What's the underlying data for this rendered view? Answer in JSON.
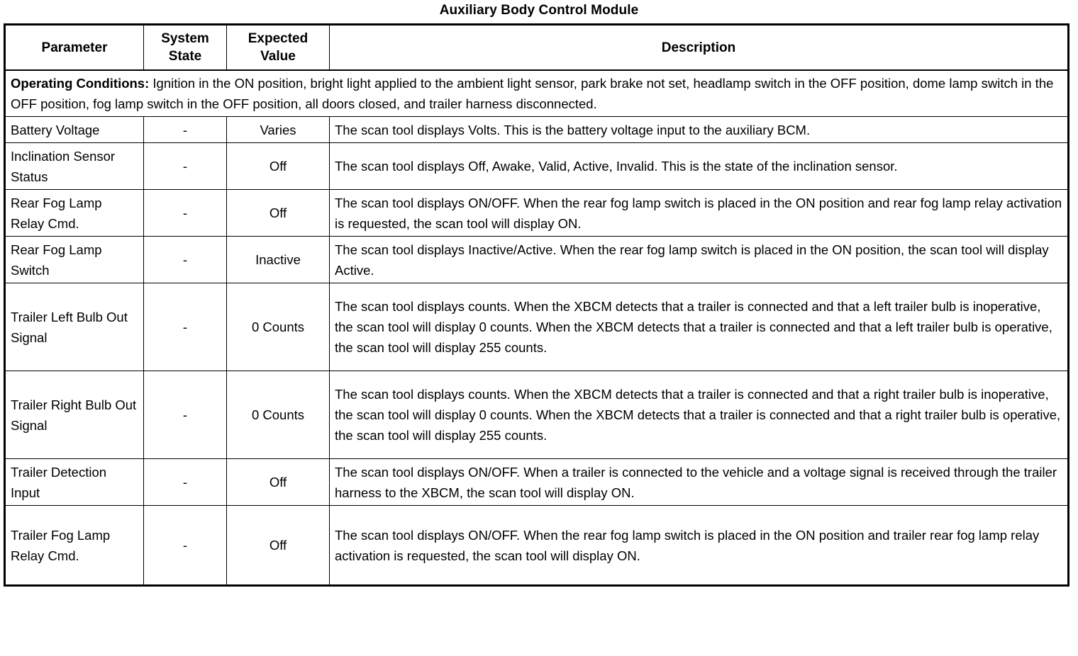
{
  "document": {
    "title": "Auxiliary Body Control Module"
  },
  "table": {
    "columns": [
      {
        "key": "parameter",
        "label": "Parameter"
      },
      {
        "key": "system_state",
        "label": "System\nState"
      },
      {
        "key": "expected",
        "label": "Expected\nValue"
      },
      {
        "key": "description",
        "label": "Description"
      }
    ],
    "header": {
      "parameter": "Parameter",
      "system_state_line1": "System",
      "system_state_line2": "State",
      "expected_line1": "Expected",
      "expected_line2": "Value",
      "description": "Description"
    },
    "operating_conditions": {
      "label": "Operating Conditions:",
      "text": " Ignition in the ON position, bright light applied to the ambient light sensor, park brake not set, headlamp switch in the OFF position, dome lamp switch in the OFF position, fog lamp switch in the OFF position, all doors closed, and trailer harness disconnected."
    },
    "rows": [
      {
        "parameter": "Battery Voltage",
        "system_state": "-",
        "expected_value": "Varies",
        "description": "The scan tool displays Volts. This is the battery voltage input to the auxiliary BCM."
      },
      {
        "parameter": "Inclination Sensor Status",
        "system_state": "-",
        "expected_value": "Off",
        "description": "The scan tool displays Off, Awake, Valid, Active, Invalid. This is the state of the inclination sensor."
      },
      {
        "parameter": "Rear Fog Lamp Relay Cmd.",
        "system_state": "-",
        "expected_value": "Off",
        "description": "The scan tool displays ON/OFF. When the rear fog lamp switch is placed in the ON position and rear fog lamp relay activation is requested, the scan tool will display ON."
      },
      {
        "parameter": "Rear Fog Lamp Switch",
        "system_state": "-",
        "expected_value": "Inactive",
        "description": "The scan tool displays Inactive/Active. When the rear fog lamp switch is placed in the ON position, the scan tool will display Active."
      },
      {
        "parameter": "Trailer Left Bulb Out Signal",
        "system_state": "-",
        "expected_value": "0 Counts",
        "description": "The scan tool displays counts. When the XBCM detects that a trailer is connected and that a left trailer bulb is inoperative, the scan tool will display 0 counts. When the XBCM detects that a trailer is connected and that a left trailer bulb is operative, the scan tool will display 255 counts."
      },
      {
        "parameter": "Trailer Right Bulb Out Signal",
        "system_state": "-",
        "expected_value": "0 Counts",
        "description": "The scan tool displays counts. When the XBCM detects that a trailer is connected and that a right trailer bulb is inoperative, the scan tool will display 0 counts. When the XBCM detects that a trailer is connected and that a right trailer bulb is operative, the scan tool will display 255 counts."
      },
      {
        "parameter": "Trailer Detection Input",
        "system_state": "-",
        "expected_value": "Off",
        "description": "The scan tool displays ON/OFF. When a trailer is connected to the vehicle and a voltage signal is received through the trailer harness to the XBCM, the scan tool will display ON."
      },
      {
        "parameter": "Trailer Fog Lamp Relay Cmd.",
        "system_state": "-",
        "expected_value": "Off",
        "description": "The scan tool displays ON/OFF. When the rear fog lamp switch is placed in the ON position and trailer rear fog lamp relay activation is requested, the scan tool will display ON."
      }
    ]
  },
  "colors": {
    "text": "#000000",
    "background": "#ffffff",
    "border": "#000000"
  }
}
